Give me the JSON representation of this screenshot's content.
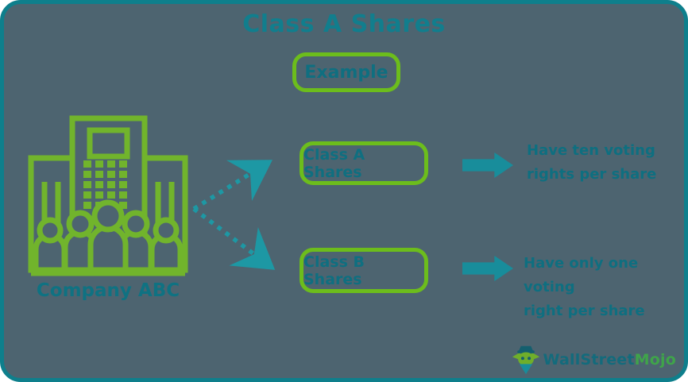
{
  "card": {
    "title": "Class A Shares",
    "example_label": "Example",
    "company_label": "Company ABC",
    "rows": [
      {
        "box_label": "Class A Shares",
        "description_line1": "Have ten voting",
        "description_line2": "rights per share"
      },
      {
        "box_label": "Class B Shares",
        "description_line1": "Have only one voting",
        "description_line2": "right per share"
      }
    ],
    "logo": {
      "text_primary": "WallStreet",
      "text_secondary": "Mojo"
    }
  },
  "icons": {
    "building": "company-building-icon",
    "dotted_arrows": "dotted-split-arrows",
    "block_arrow": "right-block-arrow",
    "logo_mascot": "wallstreetmojo-mascot-icon"
  },
  "colors": {
    "background": "#4d6470",
    "border_teal": "#0e7f8c",
    "text_teal": "#0f7080",
    "green": "#6cbd1c",
    "building_green": "#71b42c",
    "arrow_teal": "#188d9b",
    "logo_green": "#3fa44a"
  }
}
